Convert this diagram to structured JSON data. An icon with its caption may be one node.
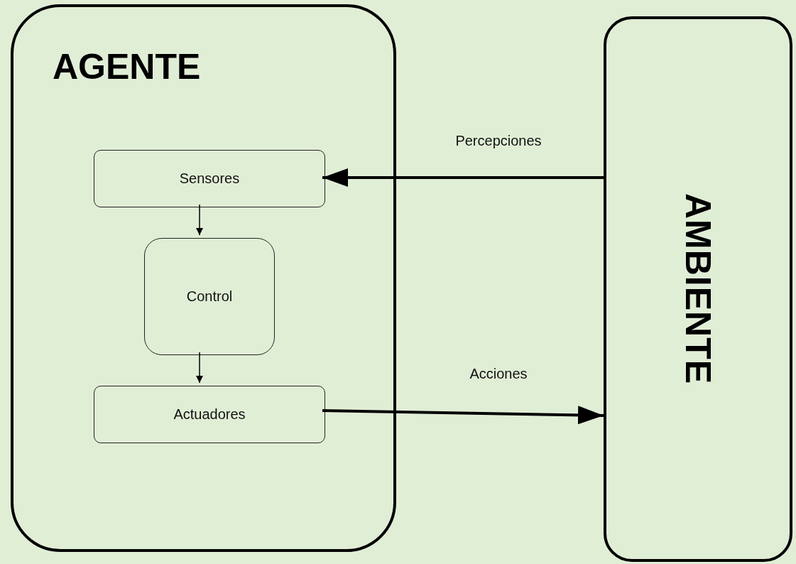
{
  "diagram": {
    "nodes": [
      {
        "text": [
          "AGENTE"
        ]
      },
      {
        "text": [
          "Sensores"
        ],
        "in": 0
      },
      {
        "text": [
          "Control"
        ],
        "in": 0
      },
      {
        "text": [
          "Actuadores"
        ],
        "in": 0
      },
      {
        "text": [
          "AMBIENTE"
        ]
      }
    ],
    "edges": [
      {
        "from": 1,
        "to": 2,
        "arrow": "to"
      },
      {
        "from": 2,
        "to": 3,
        "arrow": "to"
      },
      {
        "from": 4,
        "to": 1,
        "arrow": "to",
        "label": "Percepciones",
        "style": "thick"
      },
      {
        "from": 3,
        "to": 4,
        "arrow": "to",
        "label": "Acciones",
        "style": "thick"
      }
    ]
  }
}
